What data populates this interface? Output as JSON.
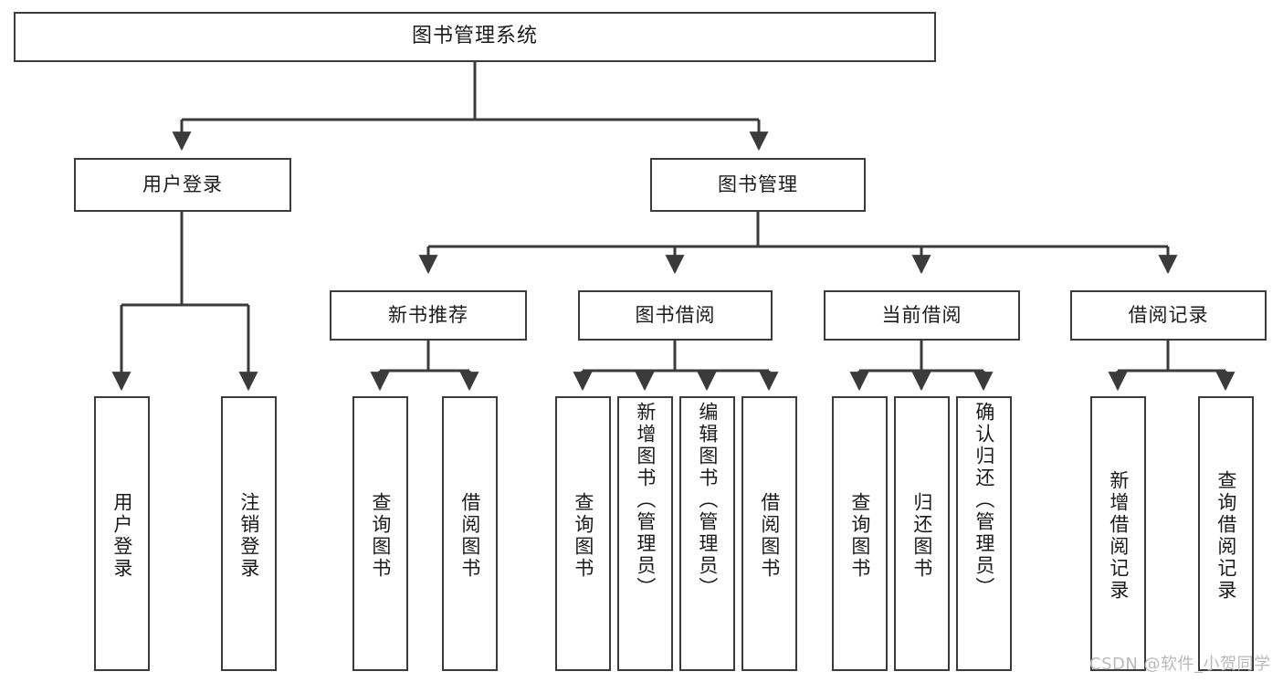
{
  "diagram": {
    "title": "图书管理系统",
    "type": "hierarchy-tree",
    "background_color": "#ffffff",
    "stroke_color": "#3b3b3b",
    "text_color": "#1b1b1b",
    "root": {
      "label": "图书管理系统"
    },
    "level2": [
      {
        "label": "用户登录"
      },
      {
        "label": "图书管理"
      }
    ],
    "level3": [
      {
        "label": "新书推荐"
      },
      {
        "label": "图书借阅"
      },
      {
        "label": "当前借阅"
      },
      {
        "label": "借阅记录"
      }
    ],
    "leaves": {
      "user_login": [
        {
          "label": "用户登录"
        },
        {
          "label": "注销登录"
        }
      ],
      "new_book_recommend": [
        {
          "label": "查询图书"
        },
        {
          "label": "借阅图书"
        }
      ],
      "book_borrow": [
        {
          "label": "查询图书"
        },
        {
          "label": "新增图书（管理员）"
        },
        {
          "label": "编辑图书（管理员）"
        },
        {
          "label": "借阅图书"
        }
      ],
      "current_borrow": [
        {
          "label": "查询图书"
        },
        {
          "label": "归还图书"
        },
        {
          "label": "确认归还（管理员）"
        }
      ],
      "borrow_record": [
        {
          "label": "新增借阅记录"
        },
        {
          "label": "查询借阅记录"
        }
      ]
    }
  },
  "watermark": {
    "text": "CSDN @软件_小贺同学"
  }
}
